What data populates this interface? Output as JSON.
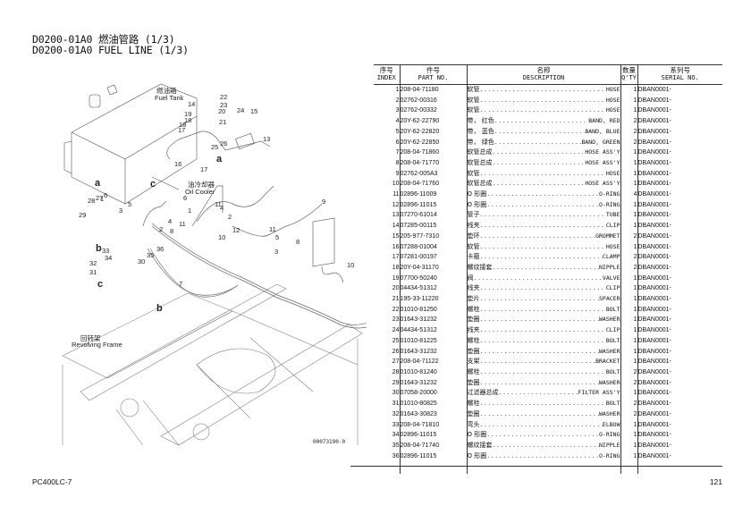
{
  "header": {
    "title_zh": "D0200-01A0 燃油管路 (1/3)",
    "title_en": "D0200-01A0 FUEL LINE (1/3)"
  },
  "diagram": {
    "fuel_tank_zh": "燃油箱",
    "fuel_tank_en": "Fuel Tank",
    "oil_cooler_zh": "油冷却器",
    "oil_cooler_en": "Oil Cooler",
    "revolving_frame_zh": "回转架",
    "revolving_frame_en": "Revolving Frame",
    "drawing_number": "00073190-0",
    "callouts": [
      "1",
      "2",
      "3",
      "4",
      "5",
      "6",
      "7",
      "8",
      "9",
      "10",
      "11",
      "12",
      "13",
      "14",
      "15",
      "16",
      "17",
      "18",
      "19",
      "20",
      "21",
      "22",
      "23",
      "24",
      "25",
      "26",
      "27",
      "28",
      "29",
      "30",
      "31",
      "32",
      "33",
      "34",
      "35",
      "36"
    ],
    "refs": [
      "a",
      "b",
      "c"
    ]
  },
  "table": {
    "headers": {
      "index_zh": "序号",
      "index_en": "INDEX",
      "part_zh": "件号",
      "part_en": "PART NO.",
      "desc_zh": "名称",
      "desc_en": "DESCRIPTION",
      "qty_zh": "数量",
      "qty_en": "Q'TY",
      "serial_zh": "系列号",
      "serial_en": "SERIAL NO."
    },
    "rows": [
      {
        "index": "1",
        "part": "208-04-71180",
        "zh": "软管",
        "en": "HOSE",
        "qty": "1",
        "serial": "DBAN0001-"
      },
      {
        "index": "2",
        "part": "02762-00316",
        "zh": "软管",
        "en": "HOSE",
        "qty": "1",
        "serial": "DBAN0001-"
      },
      {
        "index": "3",
        "part": "02762-00332",
        "zh": "软管",
        "en": "HOSE",
        "qty": "1",
        "serial": "DBAN0001-"
      },
      {
        "index": "4",
        "part": "20Y-62-22790",
        "zh": "带， 红色",
        "en": "BAND, RED",
        "qty": "2",
        "serial": "DBAN0001-"
      },
      {
        "index": "5",
        "part": "20Y-62-22820",
        "zh": "带， 蓝色",
        "en": "BAND, BLUE",
        "qty": "2",
        "serial": "DBAN0001-"
      },
      {
        "index": "6",
        "part": "20Y-62-22850",
        "zh": "带， 绿色",
        "en": "BAND, GREEN",
        "qty": "2",
        "serial": "DBAN0001-"
      },
      {
        "index": "7",
        "part": "208-04-71860",
        "zh": "软管总成",
        "en": "HOSE ASS'Y",
        "qty": "1",
        "serial": "DBAN0001-"
      },
      {
        "index": "8",
        "part": "208-04-71770",
        "zh": "软管总成",
        "en": "HOSE ASS'Y",
        "qty": "1",
        "serial": "DBAN0001-"
      },
      {
        "index": "9",
        "part": "02762-005A3",
        "zh": "软管",
        "en": "HOSE",
        "qty": "1",
        "serial": "DBAN0001-"
      },
      {
        "index": "10",
        "part": "208-04-71760",
        "zh": "软管总成",
        "en": "HOSE ASS'Y",
        "qty": "1",
        "serial": "DBAN0001-"
      },
      {
        "index": "11",
        "part": "02896-11009",
        "zh": "O 形圈",
        "en": "O-RING",
        "qty": "4",
        "serial": "DBAN0001-"
      },
      {
        "index": "12",
        "part": "02896-11015",
        "zh": "O 形圈",
        "en": "O-RING",
        "qty": "1",
        "serial": "DBAN0001-"
      },
      {
        "index": "13",
        "part": "07270-61014",
        "zh": "管子",
        "en": "TUBE",
        "qty": "1",
        "serial": "DBAN0001-"
      },
      {
        "index": "14",
        "part": "07285-00115",
        "zh": "线夹",
        "en": "CLIP",
        "qty": "1",
        "serial": "DBAN0001-"
      },
      {
        "index": "15",
        "part": "205-977-7310",
        "zh": "垫环",
        "en": "GROMMET",
        "qty": "2",
        "serial": "DBAN0001-"
      },
      {
        "index": "16",
        "part": "07288-01004",
        "zh": "软管",
        "en": "HOSE",
        "qty": "1",
        "serial": "DBAN0001-"
      },
      {
        "index": "17",
        "part": "07281-00197",
        "zh": "卡箍",
        "en": "CLAMP",
        "qty": "2",
        "serial": "DBAN0001-"
      },
      {
        "index": "18",
        "part": "20Y-04-31170",
        "zh": "螺纹接套",
        "en": "NIPPLE",
        "qty": "2",
        "serial": "DBAN0001-"
      },
      {
        "index": "19",
        "part": "07700-50240",
        "zh": "阀",
        "en": "VALVE",
        "qty": "1",
        "serial": "DBAN0001-"
      },
      {
        "index": "20",
        "part": "04434-51312",
        "zh": "线夹",
        "en": "CLIP",
        "qty": "1",
        "serial": "DBAN0001-"
      },
      {
        "index": "21",
        "part": "195-33-11220",
        "zh": "垫片",
        "en": "SPACER",
        "qty": "1",
        "serial": "DBAN0001-"
      },
      {
        "index": "22",
        "part": "01010-81250",
        "zh": "螺栓",
        "en": "BOLT",
        "qty": "1",
        "serial": "DBAN0001-"
      },
      {
        "index": "23",
        "part": "01643-31232",
        "zh": "垫圈",
        "en": "WASHER",
        "qty": "1",
        "serial": "DBAN0001-"
      },
      {
        "index": "24",
        "part": "04434-51312",
        "zh": "线夹",
        "en": "CLIP",
        "qty": "1",
        "serial": "DBAN0001-"
      },
      {
        "index": "25",
        "part": "01010-81225",
        "zh": "螺栓",
        "en": "BOLT",
        "qty": "1",
        "serial": "DBAN0001-"
      },
      {
        "index": "26",
        "part": "01643-31232",
        "zh": "垫圈",
        "en": "WASHER",
        "qty": "1",
        "serial": "DBAN0001-"
      },
      {
        "index": "27",
        "part": "208-04-71122",
        "zh": "支架",
        "en": "BRACKET",
        "qty": "1",
        "serial": "DBAN0001-"
      },
      {
        "index": "28",
        "part": "01010-81240",
        "zh": "螺栓",
        "en": "BOLT",
        "qty": "2",
        "serial": "DBAN0001-"
      },
      {
        "index": "29",
        "part": "01643-31232",
        "zh": "垫圈",
        "en": "WASHER",
        "qty": "2",
        "serial": "DBAN0001-"
      },
      {
        "index": "30",
        "part": "07058-20000",
        "zh": "过滤器总成",
        "en": "FILTER ASS'Y",
        "qty": "1",
        "serial": "DBAN0001-"
      },
      {
        "index": "31",
        "part": "01010-80825",
        "zh": "螺栓",
        "en": "BOLT",
        "qty": "2",
        "serial": "DBAN0001-"
      },
      {
        "index": "32",
        "part": "01643-30823",
        "zh": "垫圈",
        "en": "WASHER",
        "qty": "2",
        "serial": "DBAN0001-"
      },
      {
        "index": "33",
        "part": "208-04-71810",
        "zh": "弯头",
        "en": "ELBOW",
        "qty": "1",
        "serial": "DBAN0001-"
      },
      {
        "index": "34",
        "part": "02896-11015",
        "zh": "O 形圈",
        "en": "O-RING",
        "qty": "1",
        "serial": "DBAN0001-"
      },
      {
        "index": "35",
        "part": "208-04-71740",
        "zh": "螺纹接套",
        "en": "NIPPLE",
        "qty": "1",
        "serial": "DBAN0001-"
      },
      {
        "index": "36",
        "part": "02896-11015",
        "zh": "O 形圈",
        "en": "O-RING",
        "qty": "1",
        "serial": "DBAN0001-"
      }
    ]
  },
  "footer": {
    "model": "PC400LC-7",
    "page": "121"
  }
}
